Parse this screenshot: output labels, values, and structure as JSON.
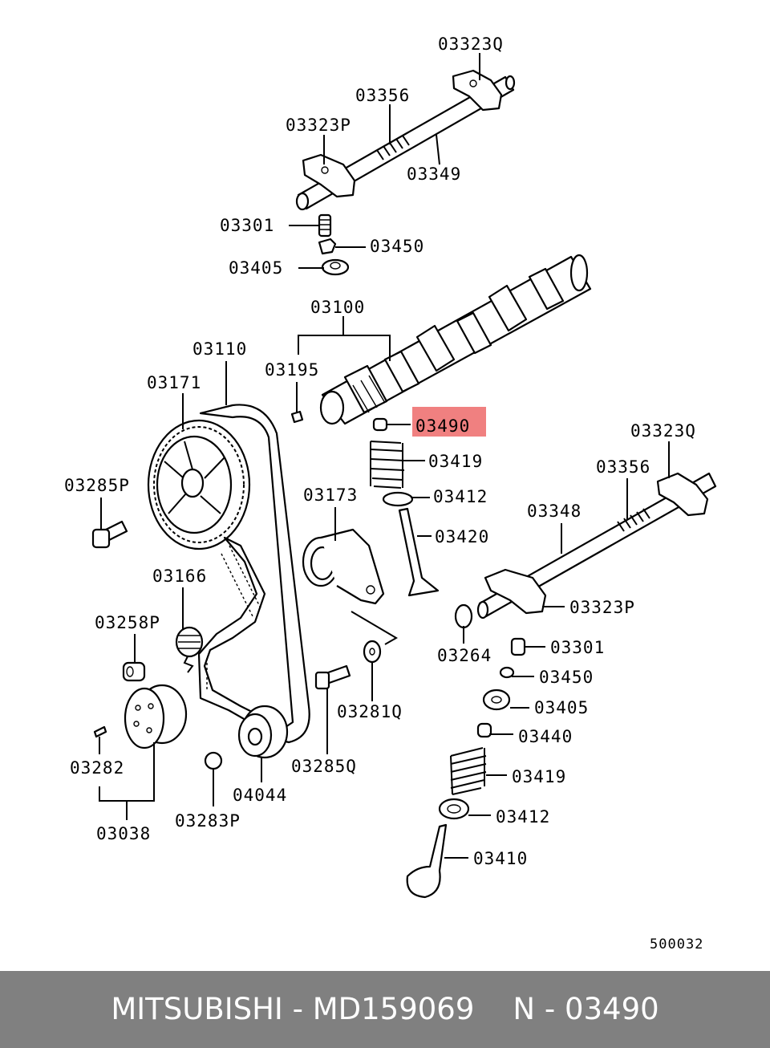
{
  "labels": {
    "l03323q_top": "03323Q",
    "l03356_top": "03356",
    "l03323p_top": "03323P",
    "l03349": "03349",
    "l03301_top": "03301",
    "l03450_top": "03450",
    "l03405_top": "03405",
    "l03100": "03100",
    "l03110": "03110",
    "l03195": "03195",
    "l03171": "03171",
    "l03490": "03490",
    "l03419_top": "03419",
    "l03412_top": "03412",
    "l03420": "03420",
    "l03285p": "03285P",
    "l03173": "03173",
    "l03323q_right": "03323Q",
    "l03356_right": "03356",
    "l03348": "03348",
    "l03323p_right": "03323P",
    "l03166": "03166",
    "l03258p": "03258P",
    "l03264": "03264",
    "l03301_right": "03301",
    "l03450_right": "03450",
    "l03405_right": "03405",
    "l03440": "03440",
    "l03419_bottom": "03419",
    "l03412_bottom": "03412",
    "l03410": "03410",
    "l03281q": "03281Q",
    "l03285q": "03285Q",
    "l03282": "03282",
    "l04044": "04044",
    "l03283p": "03283P",
    "l03038": "03038",
    "ref_code": "500032"
  },
  "highlight_color": "#f08080",
  "footer": {
    "part_info": "MITSUBISHI - MD159069",
    "ref_label": "N - 03490"
  }
}
